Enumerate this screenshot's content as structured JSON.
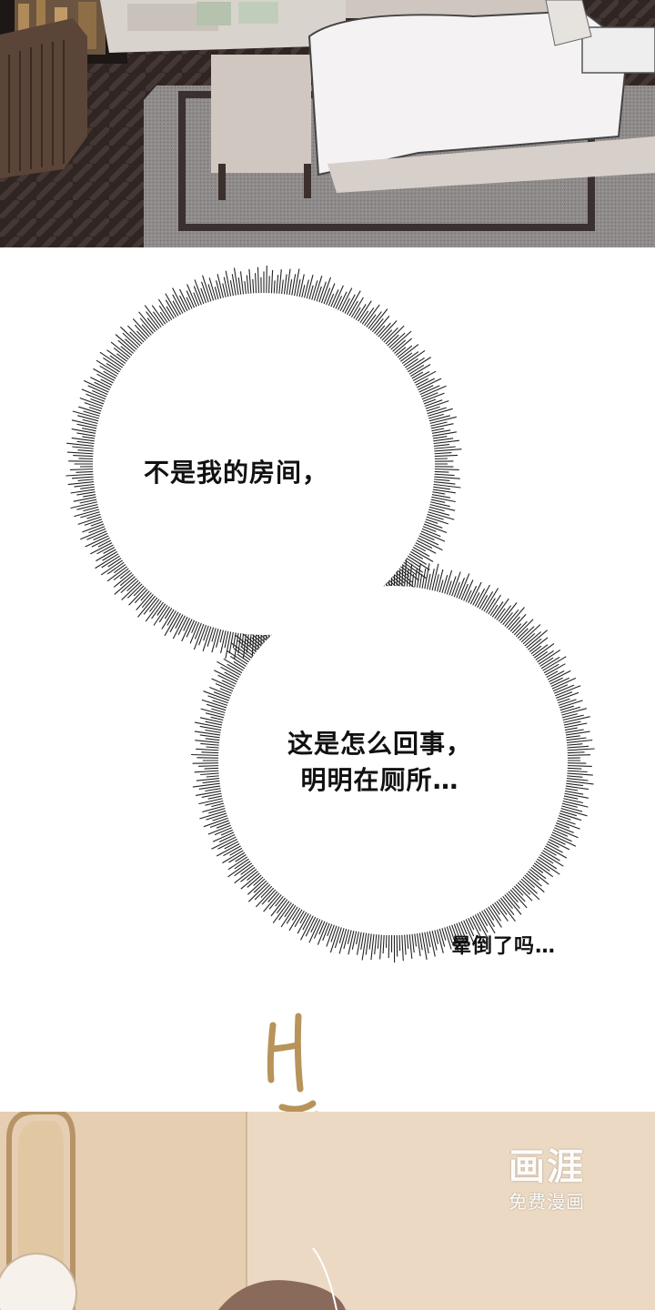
{
  "thoughts": {
    "line1": "不是我的房间，",
    "line2a": "这是怎么回事，",
    "line2b": "明明在厕所…",
    "line3": "晕倒了吗…"
  },
  "watermark": {
    "title": "画涯",
    "subtitle": "免费漫画"
  },
  "colors": {
    "floor": "#3a2e2b",
    "rug": "#8a8686",
    "bedding": "#f4f2f2",
    "room_wall": "#e9d6bf",
    "sfx_stroke": "#b8935a",
    "bubble_hatch": "#222222"
  }
}
